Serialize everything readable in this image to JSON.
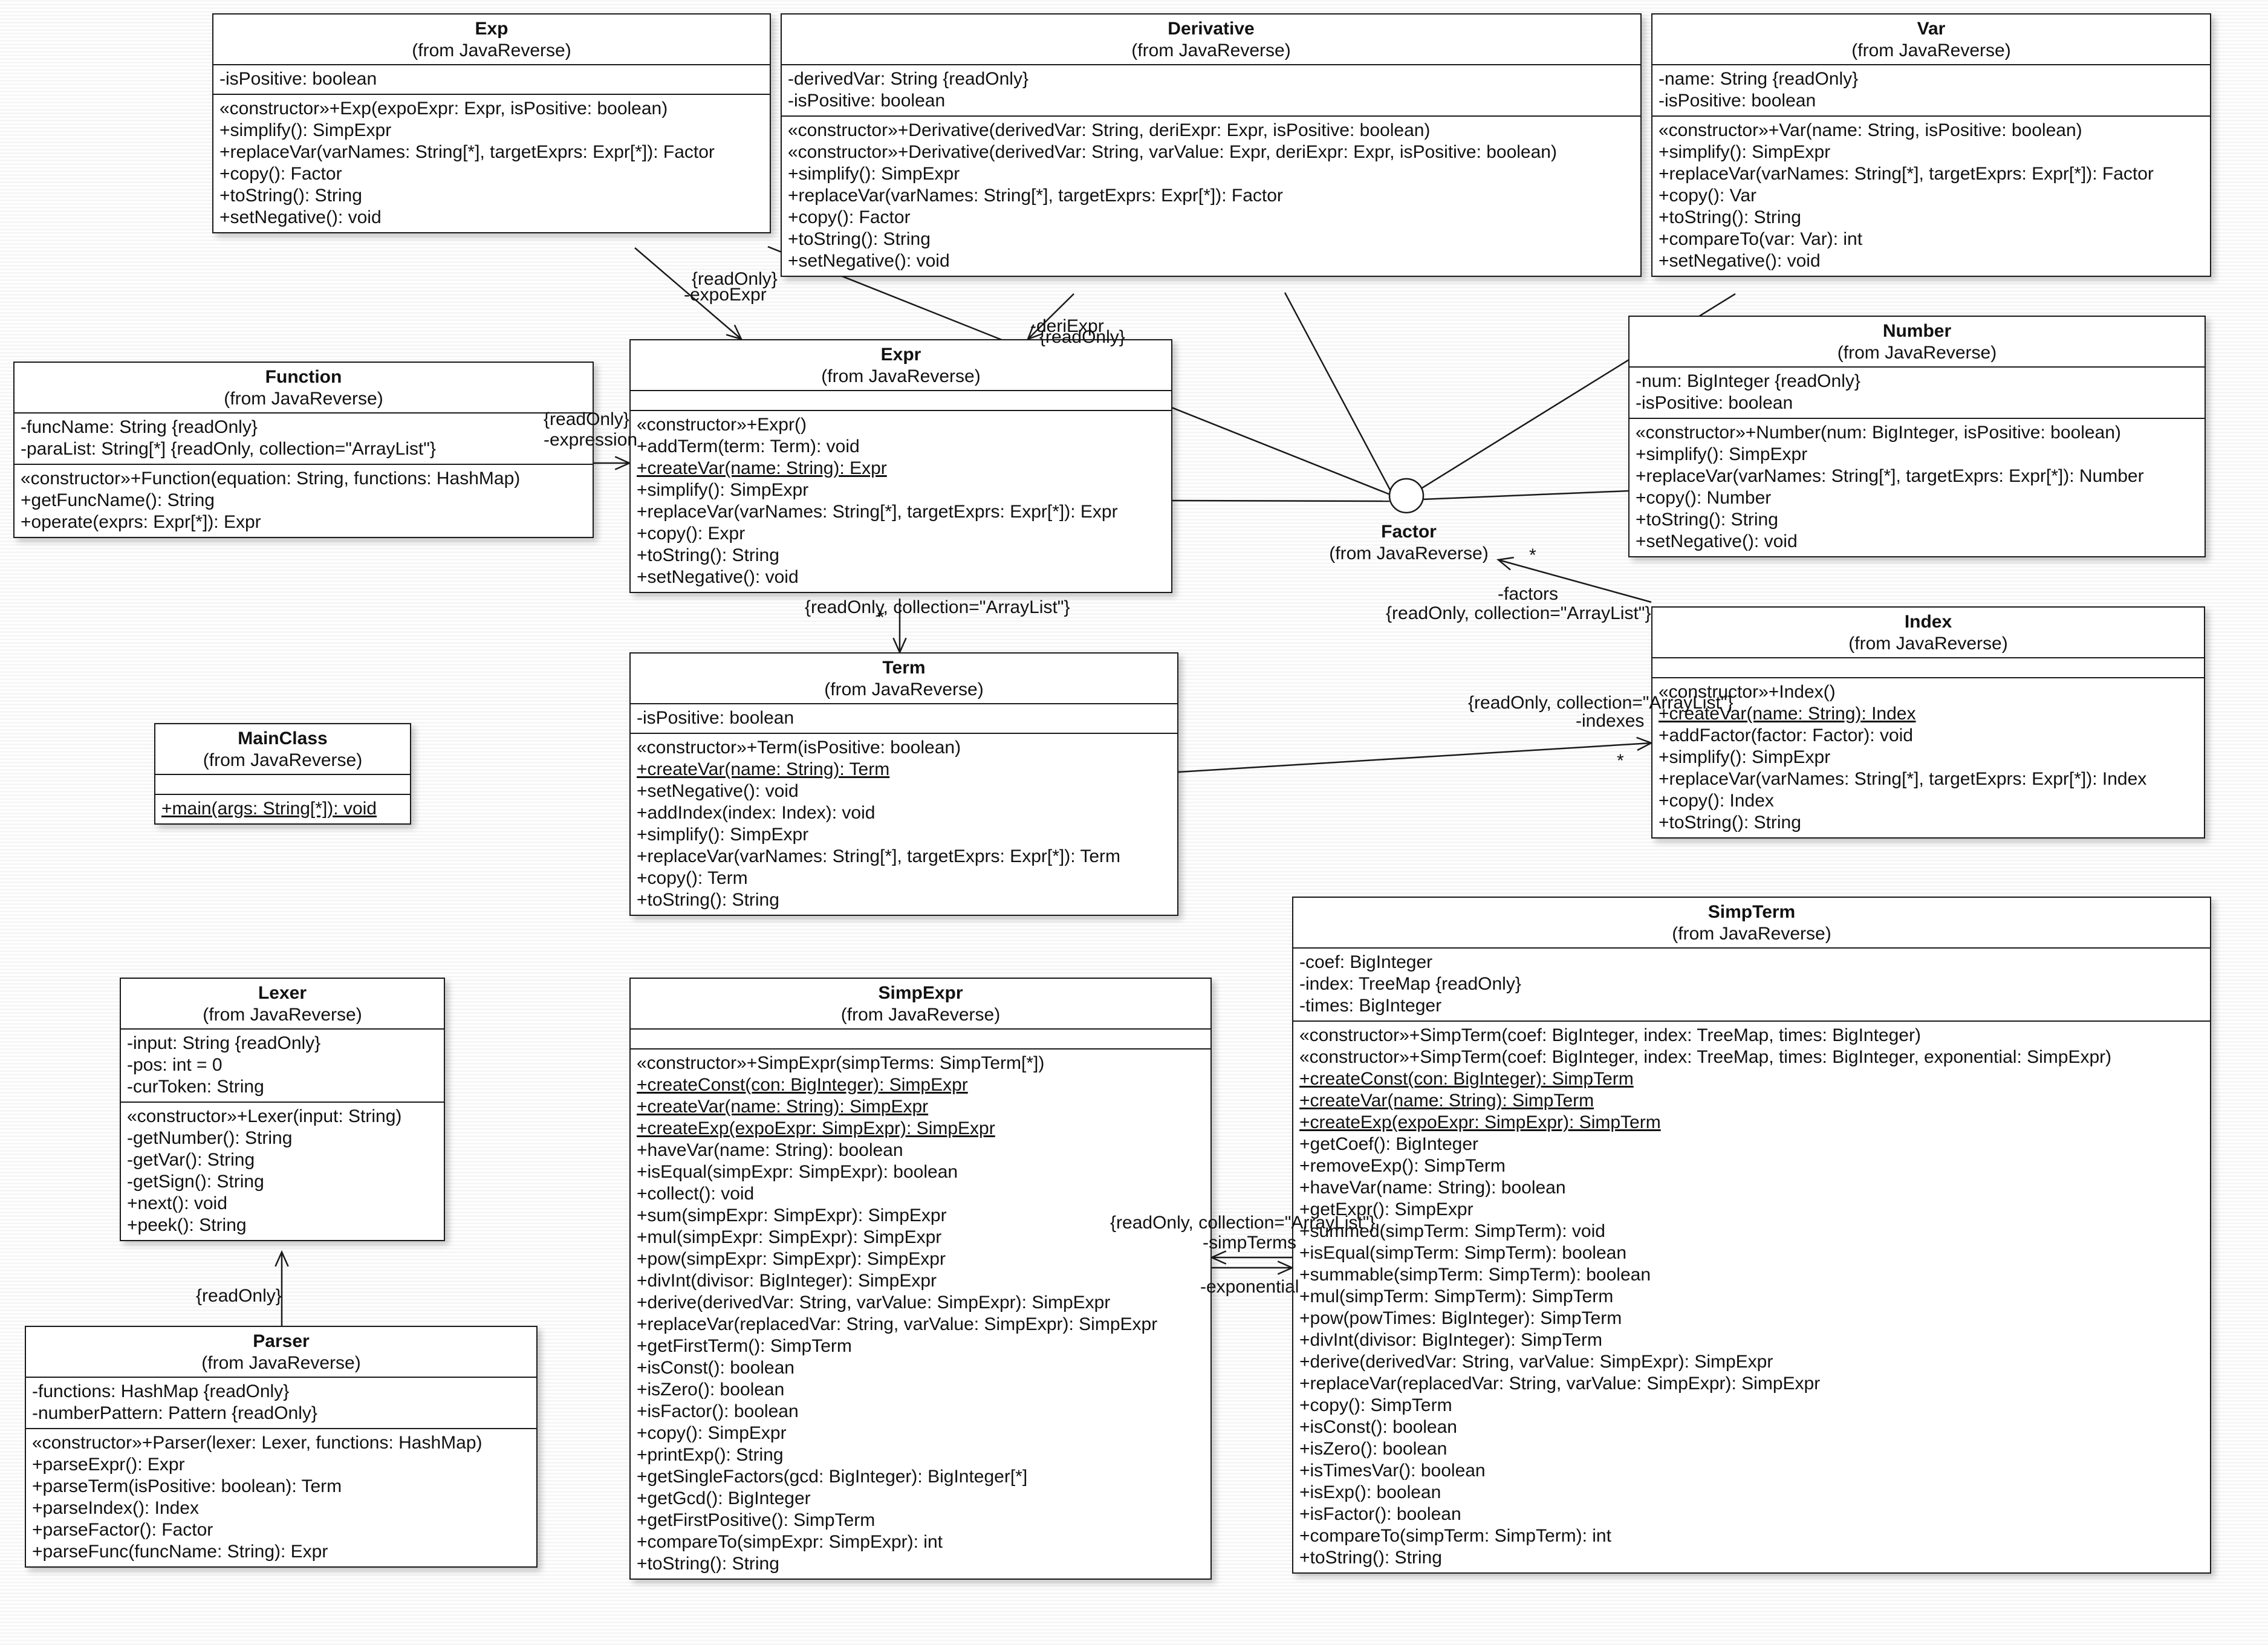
{
  "diagram": {
    "source": "(from JavaReverse)",
    "classes": [
      {
        "id": "Exp",
        "name": "Exp",
        "attributes": [
          {
            "text": "-isPositive: boolean"
          }
        ],
        "operations": [
          {
            "text": "«constructor»+Exp(expoExpr: Expr, isPositive: boolean)"
          },
          {
            "text": "+simplify(): SimpExpr"
          },
          {
            "text": "+replaceVar(varNames: String[*], targetExprs: Expr[*]): Factor"
          },
          {
            "text": "+copy(): Factor"
          },
          {
            "text": "+toString(): String"
          },
          {
            "text": "+setNegative(): void"
          }
        ]
      },
      {
        "id": "Derivative",
        "name": "Derivative",
        "attributes": [
          {
            "text": "-derivedVar: String {readOnly}"
          },
          {
            "text": "-isPositive: boolean"
          }
        ],
        "operations": [
          {
            "text": "«constructor»+Derivative(derivedVar: String, deriExpr: Expr, isPositive: boolean)"
          },
          {
            "text": "«constructor»+Derivative(derivedVar: String, varValue: Expr, deriExpr: Expr, isPositive: boolean)"
          },
          {
            "text": "+simplify(): SimpExpr"
          },
          {
            "text": "+replaceVar(varNames: String[*], targetExprs: Expr[*]): Factor"
          },
          {
            "text": "+copy(): Factor"
          },
          {
            "text": "+toString(): String"
          },
          {
            "text": "+setNegative(): void"
          }
        ]
      },
      {
        "id": "Var",
        "name": "Var",
        "attributes": [
          {
            "text": "-name: String {readOnly}"
          },
          {
            "text": "-isPositive: boolean"
          }
        ],
        "operations": [
          {
            "text": "«constructor»+Var(name: String, isPositive: boolean)"
          },
          {
            "text": "+simplify(): SimpExpr"
          },
          {
            "text": "+replaceVar(varNames: String[*], targetExprs: Expr[*]): Factor"
          },
          {
            "text": "+copy(): Var"
          },
          {
            "text": "+toString(): String"
          },
          {
            "text": "+compareTo(var: Var): int"
          },
          {
            "text": "+setNegative(): void"
          }
        ]
      },
      {
        "id": "Function",
        "name": "Function",
        "attributes": [
          {
            "text": "-funcName: String {readOnly}"
          },
          {
            "text": "-paraList: String[*] {readOnly, collection=\"ArrayList\"}"
          }
        ],
        "operations": [
          {
            "text": "«constructor»+Function(equation: String, functions: HashMap)"
          },
          {
            "text": "+getFuncName(): String"
          },
          {
            "text": "+operate(exprs: Expr[*]): Expr"
          }
        ]
      },
      {
        "id": "Expr",
        "name": "Expr",
        "attributes": [],
        "operations": [
          {
            "text": "«constructor»+Expr()"
          },
          {
            "text": "+addTerm(term: Term): void"
          },
          {
            "text": "+createVar(name: String): Expr",
            "static": true
          },
          {
            "text": "+simplify(): SimpExpr"
          },
          {
            "text": "+replaceVar(varNames: String[*], targetExprs: Expr[*]): Expr"
          },
          {
            "text": "+copy(): Expr"
          },
          {
            "text": "+toString(): String"
          },
          {
            "text": "+setNegative(): void"
          }
        ]
      },
      {
        "id": "Number",
        "name": "Number",
        "attributes": [
          {
            "text": "-num: BigInteger {readOnly}"
          },
          {
            "text": "-isPositive: boolean"
          }
        ],
        "operations": [
          {
            "text": "«constructor»+Number(num: BigInteger, isPositive: boolean)"
          },
          {
            "text": "+simplify(): SimpExpr"
          },
          {
            "text": "+replaceVar(varNames: String[*], targetExprs: Expr[*]): Number"
          },
          {
            "text": "+copy(): Number"
          },
          {
            "text": "+toString(): String"
          },
          {
            "text": "+setNegative(): void"
          }
        ]
      },
      {
        "id": "Index",
        "name": "Index",
        "attributes": [],
        "operations": [
          {
            "text": "«constructor»+Index()"
          },
          {
            "text": "+createVar(name: String): Index",
            "static": true
          },
          {
            "text": "+addFactor(factor: Factor): void"
          },
          {
            "text": "+simplify(): SimpExpr"
          },
          {
            "text": "+replaceVar(varNames: String[*], targetExprs: Expr[*]): Index"
          },
          {
            "text": "+copy(): Index"
          },
          {
            "text": "+toString(): String"
          }
        ]
      },
      {
        "id": "Term",
        "name": "Term",
        "attributes": [
          {
            "text": "-isPositive: boolean"
          }
        ],
        "operations": [
          {
            "text": "«constructor»+Term(isPositive: boolean)"
          },
          {
            "text": "+createVar(name: String): Term",
            "static": true
          },
          {
            "text": "+setNegative(): void"
          },
          {
            "text": "+addIndex(index: Index): void"
          },
          {
            "text": "+simplify(): SimpExpr"
          },
          {
            "text": "+replaceVar(varNames: String[*], targetExprs: Expr[*]): Term"
          },
          {
            "text": "+copy(): Term"
          },
          {
            "text": "+toString(): String"
          }
        ]
      },
      {
        "id": "MainClass",
        "name": "MainClass",
        "attributes": [],
        "operations": [
          {
            "text": "+main(args: String[*]): void",
            "static": true
          }
        ]
      },
      {
        "id": "Lexer",
        "name": "Lexer",
        "attributes": [
          {
            "text": "-input: String {readOnly}"
          },
          {
            "text": "-pos: int = 0"
          },
          {
            "text": "-curToken: String"
          }
        ],
        "operations": [
          {
            "text": "«constructor»+Lexer(input: String)"
          },
          {
            "text": "-getNumber(): String"
          },
          {
            "text": "-getVar(): String"
          },
          {
            "text": "-getSign(): String"
          },
          {
            "text": "+next(): void"
          },
          {
            "text": "+peek(): String"
          }
        ]
      },
      {
        "id": "Parser",
        "name": "Parser",
        "attributes": [
          {
            "text": "-functions: HashMap {readOnly}"
          },
          {
            "text": "-numberPattern: Pattern {readOnly}"
          }
        ],
        "operations": [
          {
            "text": "«constructor»+Parser(lexer: Lexer, functions: HashMap)"
          },
          {
            "text": "+parseExpr(): Expr"
          },
          {
            "text": "+parseTerm(isPositive: boolean): Term"
          },
          {
            "text": "+parseIndex(): Index"
          },
          {
            "text": "+parseFactor(): Factor"
          },
          {
            "text": "+parseFunc(funcName: String): Expr"
          }
        ]
      },
      {
        "id": "SimpExpr",
        "name": "SimpExpr",
        "attributes": [],
        "operations": [
          {
            "text": "«constructor»+SimpExpr(simpTerms: SimpTerm[*])"
          },
          {
            "text": "+createConst(con: BigInteger): SimpExpr",
            "static": true
          },
          {
            "text": "+createVar(name: String): SimpExpr",
            "static": true
          },
          {
            "text": "+createExp(expoExpr: SimpExpr): SimpExpr",
            "static": true
          },
          {
            "text": "+haveVar(name: String): boolean"
          },
          {
            "text": "+isEqual(simpExpr: SimpExpr): boolean"
          },
          {
            "text": "+collect(): void"
          },
          {
            "text": "+sum(simpExpr: SimpExpr): SimpExpr"
          },
          {
            "text": "+mul(simpExpr: SimpExpr): SimpExpr"
          },
          {
            "text": "+pow(simpExpr: SimpExpr): SimpExpr"
          },
          {
            "text": "+divInt(divisor: BigInteger): SimpExpr"
          },
          {
            "text": "+derive(derivedVar: String, varValue: SimpExpr): SimpExpr"
          },
          {
            "text": "+replaceVar(replacedVar: String, varValue: SimpExpr): SimpExpr"
          },
          {
            "text": "+getFirstTerm(): SimpTerm"
          },
          {
            "text": "+isConst(): boolean"
          },
          {
            "text": "+isZero(): boolean"
          },
          {
            "text": "+isFactor(): boolean"
          },
          {
            "text": "+copy(): SimpExpr"
          },
          {
            "text": "+printExp(): String"
          },
          {
            "text": "+getSingleFactors(gcd: BigInteger): BigInteger[*]"
          },
          {
            "text": "+getGcd(): BigInteger"
          },
          {
            "text": "+getFirstPositive(): SimpTerm"
          },
          {
            "text": "+compareTo(simpExpr: SimpExpr): int"
          },
          {
            "text": "+toString(): String"
          }
        ]
      },
      {
        "id": "SimpTerm",
        "name": "SimpTerm",
        "attributes": [
          {
            "text": "-coef: BigInteger"
          },
          {
            "text": "-index: TreeMap {readOnly}"
          },
          {
            "text": "-times: BigInteger"
          }
        ],
        "operations": [
          {
            "text": "«constructor»+SimpTerm(coef: BigInteger, index: TreeMap, times: BigInteger)"
          },
          {
            "text": "«constructor»+SimpTerm(coef: BigInteger, index: TreeMap, times: BigInteger, exponential: SimpExpr)"
          },
          {
            "text": "+createConst(con: BigInteger): SimpTerm",
            "static": true
          },
          {
            "text": "+createVar(name: String): SimpTerm",
            "static": true
          },
          {
            "text": "+createExp(expoExpr: SimpExpr): SimpTerm",
            "static": true
          },
          {
            "text": "+getCoef(): BigInteger"
          },
          {
            "text": "+removeExp(): SimpTerm"
          },
          {
            "text": "+haveVar(name: String): boolean"
          },
          {
            "text": "+getExpr(): SimpExpr"
          },
          {
            "text": "+summed(simpTerm: SimpTerm): void"
          },
          {
            "text": "+isEqual(simpTerm: SimpTerm): boolean"
          },
          {
            "text": "+summable(simpTerm: SimpTerm): boolean"
          },
          {
            "text": "+mul(simpTerm: SimpTerm): SimpTerm"
          },
          {
            "text": "+pow(powTimes: BigInteger): SimpTerm"
          },
          {
            "text": "+divInt(divisor: BigInteger): SimpTerm"
          },
          {
            "text": "+derive(derivedVar: String, varValue: SimpExpr): SimpExpr"
          },
          {
            "text": "+replaceVar(replacedVar: String, varValue: SimpExpr): SimpExpr"
          },
          {
            "text": "+copy(): SimpTerm"
          },
          {
            "text": "+isConst(): boolean"
          },
          {
            "text": "+isZero(): boolean"
          },
          {
            "text": "+isTimesVar(): boolean"
          },
          {
            "text": "+isExp(): boolean"
          },
          {
            "text": "+isFactor(): boolean"
          },
          {
            "text": "+compareTo(simpTerm: SimpTerm): int"
          },
          {
            "text": "+toString(): String"
          }
        ]
      }
    ],
    "interface": {
      "name": "Factor"
    },
    "labels": [
      {
        "id": "exp-ro",
        "text": "{readOnly}"
      },
      {
        "id": "exp-role",
        "text": "-expoExpr"
      },
      {
        "id": "deri-role",
        "text": "-deriExpr"
      },
      {
        "id": "deri-ro",
        "text": "{readOnly}"
      },
      {
        "id": "func-ro",
        "text": "{readOnly}"
      },
      {
        "id": "func-role",
        "text": "-expression"
      },
      {
        "id": "term-ro",
        "text": "{readOnly, collection=\"ArrayList\"}"
      },
      {
        "id": "term-mult",
        "text": "*"
      },
      {
        "id": "fac-mult",
        "text": "*"
      },
      {
        "id": "fac-role",
        "text": "-factors"
      },
      {
        "id": "fac-ro",
        "text": "{readOnly, collection=\"ArrayList\"}"
      },
      {
        "id": "idx-ro",
        "text": "{readOnly, collection=\"ArrayList\"}"
      },
      {
        "id": "idx-role",
        "text": "-indexes"
      },
      {
        "id": "idx-mult",
        "text": "*"
      },
      {
        "id": "lex-ro",
        "text": "{readOnly}"
      },
      {
        "id": "simp-ro",
        "text": "{readOnly, collection=\"ArrayList\"}"
      },
      {
        "id": "simp-role",
        "text": "-simpTerms"
      },
      {
        "id": "simp-exp",
        "text": "-exponential"
      }
    ]
  }
}
